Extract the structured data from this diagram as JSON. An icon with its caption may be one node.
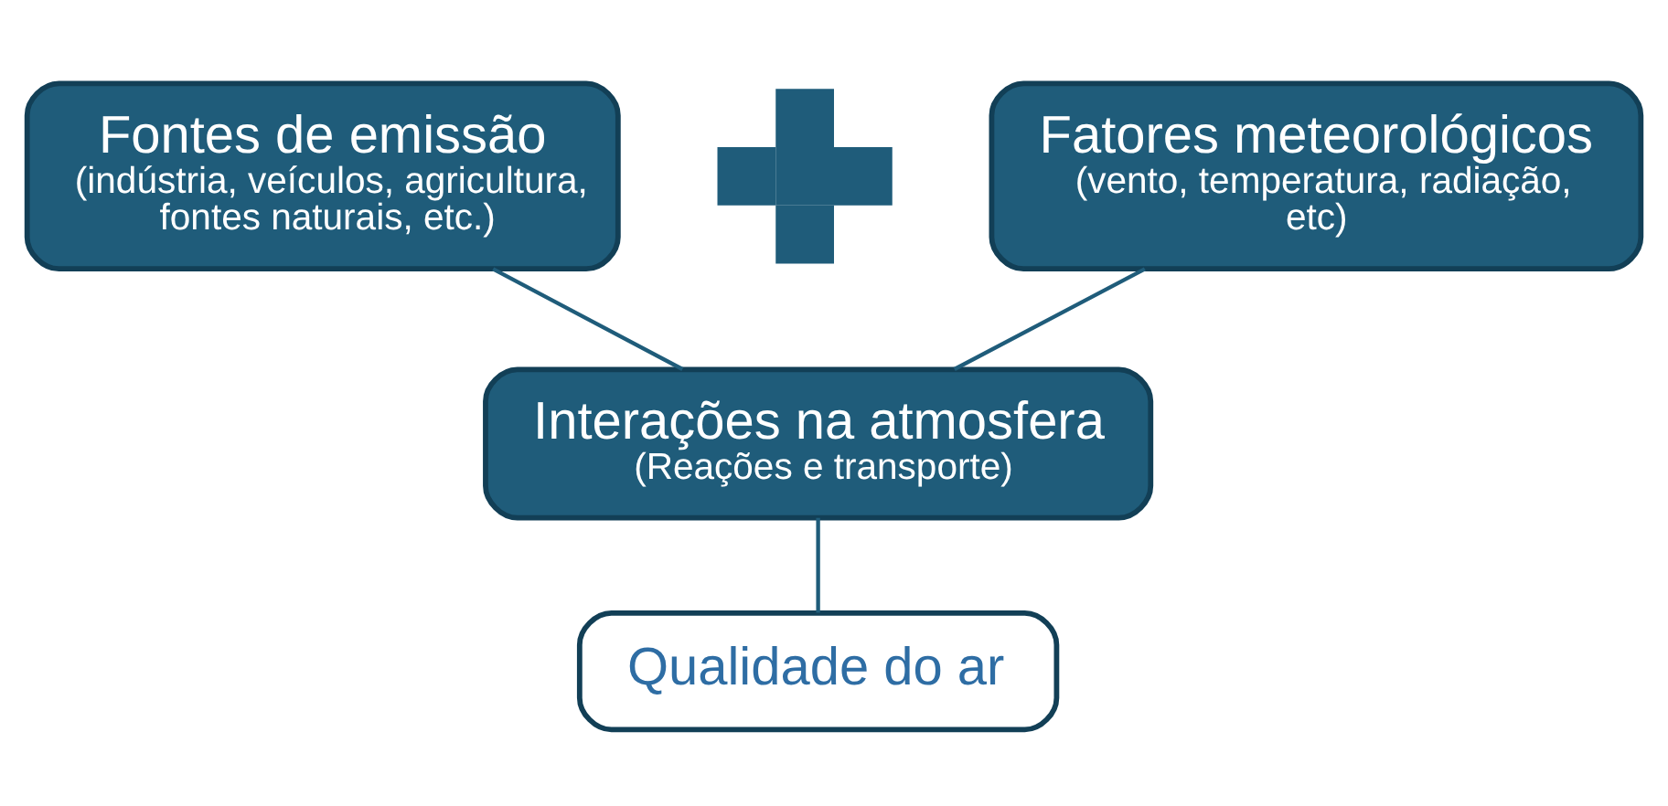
{
  "diagram": {
    "nodes": [
      {
        "text": [
          "Fontes de emissão",
          "(indústria, veículos, agricultura, fontes naturais, etc.)"
        ]
      },
      {
        "text": [],
        "shape": "cross"
      },
      {
        "text": [
          "Fatores meteorológicos",
          "(vento, temperatura, radiação, etc)"
        ]
      },
      {
        "text": [
          "Interações na atmosfera",
          "(Reações e transporte)"
        ]
      },
      {
        "text": [
          "Qualidade do ar"
        ]
      }
    ],
    "edges": [
      {
        "from": 0,
        "to": 3,
        "arrow": "none"
      },
      {
        "from": 2,
        "to": 3,
        "arrow": "none"
      },
      {
        "from": 3,
        "to": 4,
        "arrow": "none"
      }
    ]
  }
}
